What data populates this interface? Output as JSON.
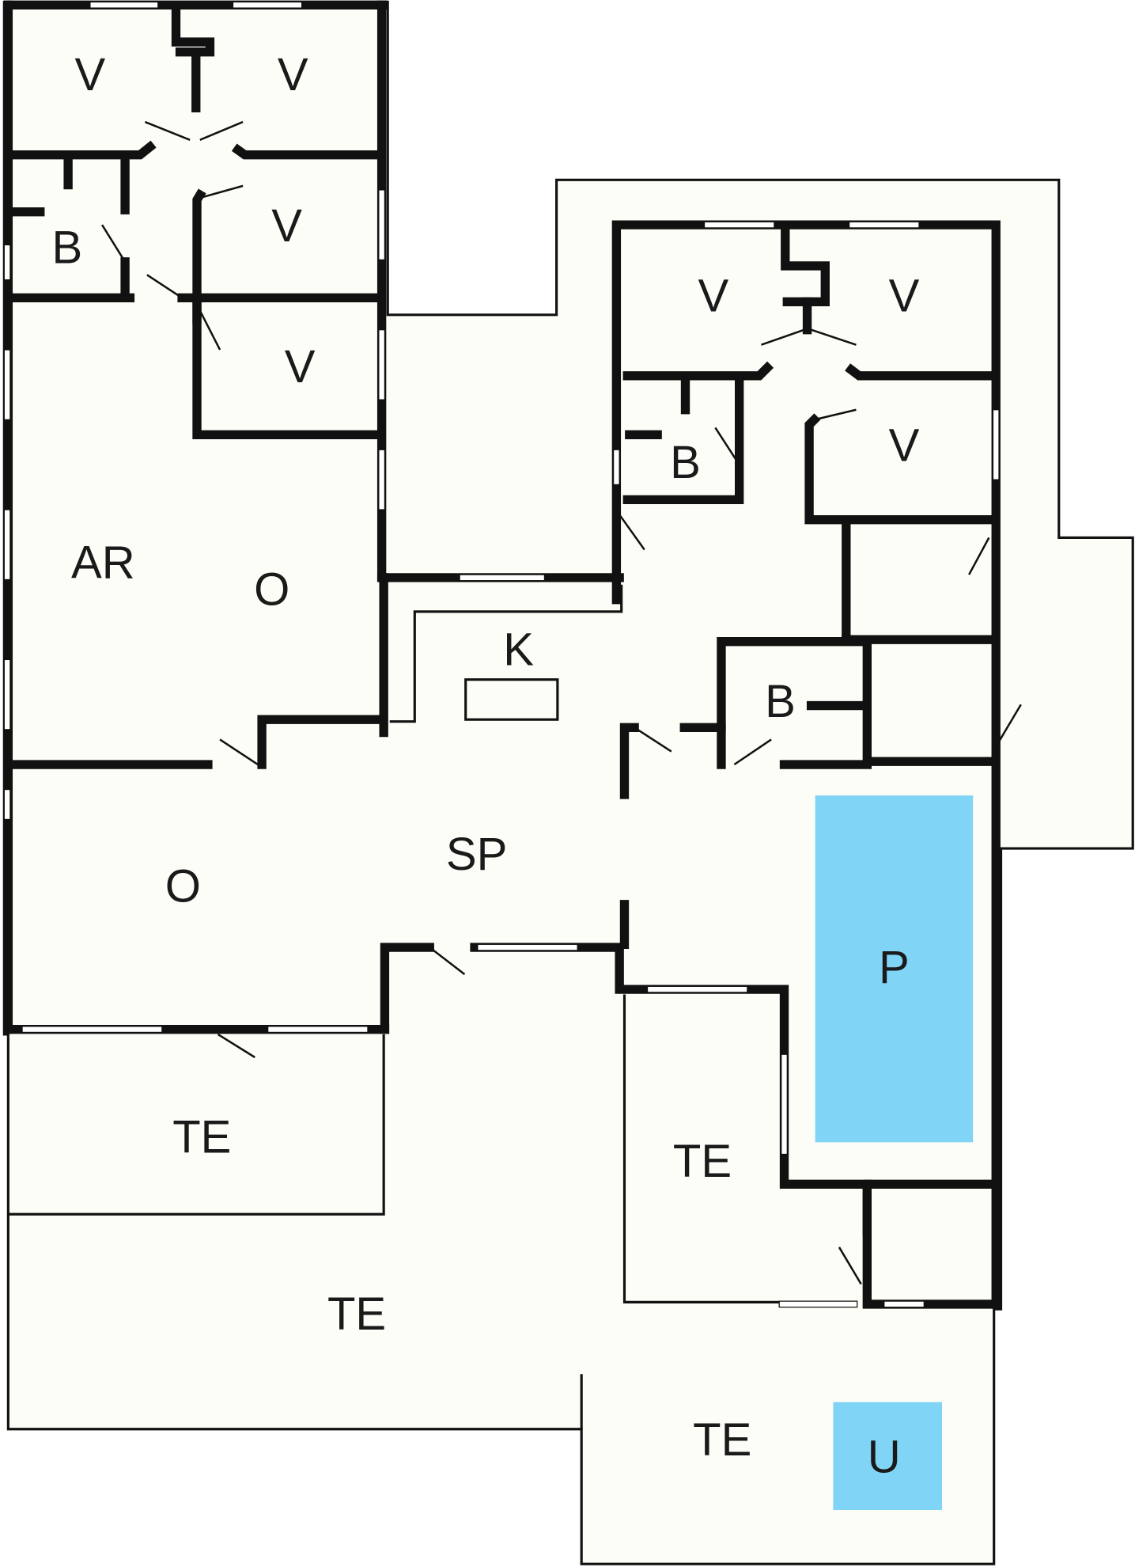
{
  "colors": {
    "floor": "#fdfdf8",
    "wall": "#111111",
    "water": "#80d4f5"
  },
  "rooms": {
    "v1": "V",
    "v2": "V",
    "b1": "B",
    "v3": "V",
    "v4": "V",
    "ar": "AR",
    "o1": "O",
    "k": "K",
    "sp": "SP",
    "o2": "O",
    "v5": "V",
    "v6": "V",
    "b2": "B",
    "v7": "V",
    "b3": "B",
    "p": "P",
    "te1": "TE",
    "te2": "TE",
    "te3": "TE",
    "te4": "TE",
    "u": "U"
  }
}
